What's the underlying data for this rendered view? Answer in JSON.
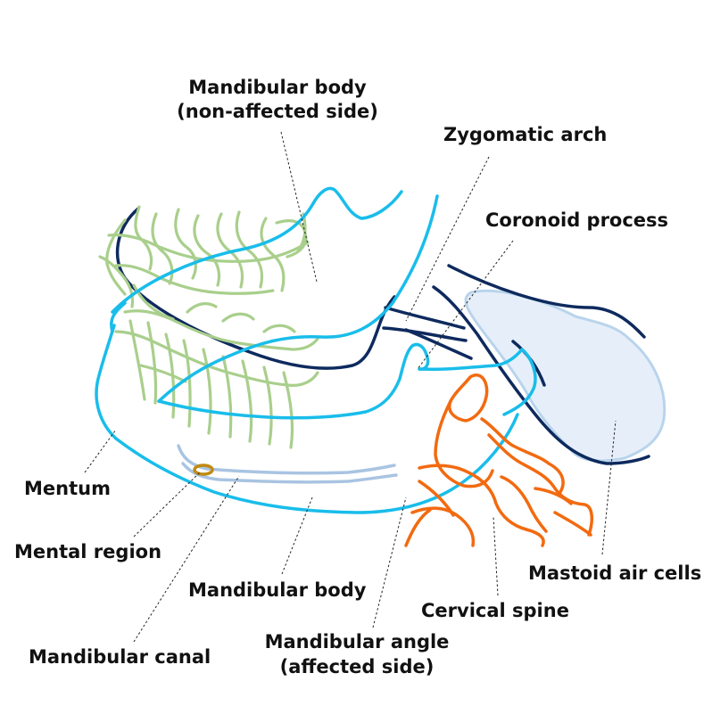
{
  "labels": {
    "mandibular_body_non_affected_line1": "Mandibular body",
    "mandibular_body_non_affected_line2": "(non-affected side)",
    "zygomatic_arch": "Zygomatic arch",
    "coronoid_process": "Coronoid process",
    "mentum": "Mentum",
    "mental_region": "Mental region",
    "mandibular_body": "Mandibular body",
    "mandibular_canal": "Mandibular canal",
    "mandibular_angle_line1": "Mandibular angle",
    "mandibular_angle_line2": "(affected side)",
    "cervical_spine": "Cervical spine",
    "mastoid_air_cells": "Mastoid air cells"
  },
  "colors": {
    "mandible_outline": "#19bdea",
    "zygomatic_navy": "#0e2a5e",
    "teeth": "#a9cf8c",
    "cervical_spine": "#f26a10",
    "mastoid_fill": "#e6eff9",
    "mastoid_stroke": "#b9d4ec",
    "canal": "#a9c4e2",
    "mental_foramen": "#c08a12",
    "label_text": "#111111"
  }
}
